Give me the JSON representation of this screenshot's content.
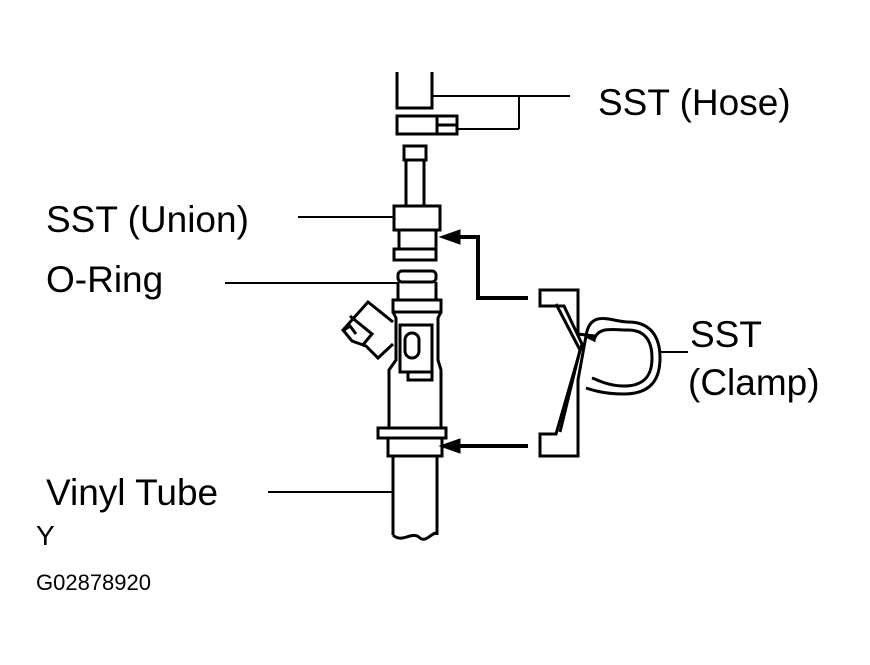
{
  "diagram": {
    "labels": {
      "sst_hose": "SST (Hose)",
      "sst_union": "SST (Union)",
      "o_ring": "O-Ring",
      "sst_clamp_line1": "SST",
      "sst_clamp_line2": "(Clamp)",
      "vinyl_tube": "Vinyl Tube",
      "corner_mark": "Y",
      "figure_id": "G02878920"
    },
    "colors": {
      "ink": "#000000",
      "paper": "#ffffff"
    }
  }
}
